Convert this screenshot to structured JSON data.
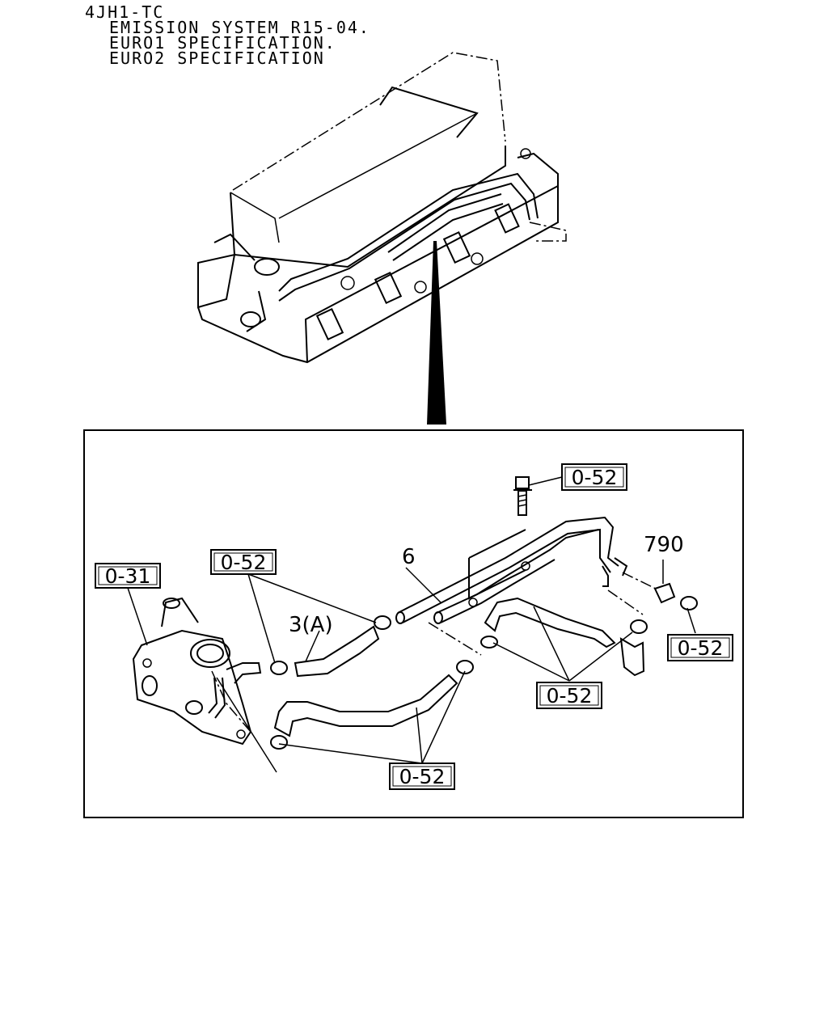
{
  "header": {
    "model": "4JH1-TC",
    "line1": "EMISSION SYSTEM R15-04.",
    "line2": "EURO1 SPECIFICATION.",
    "line3": "EURO2 SPECIFICATION"
  },
  "callouts": {
    "c1": "0-52",
    "c2": "0-52",
    "c3": "0-31",
    "c4": "0-52",
    "c5": "0-52",
    "c6": "0-52"
  },
  "parts": {
    "p6": "6",
    "p3a": "3(A)",
    "p790": "790"
  }
}
